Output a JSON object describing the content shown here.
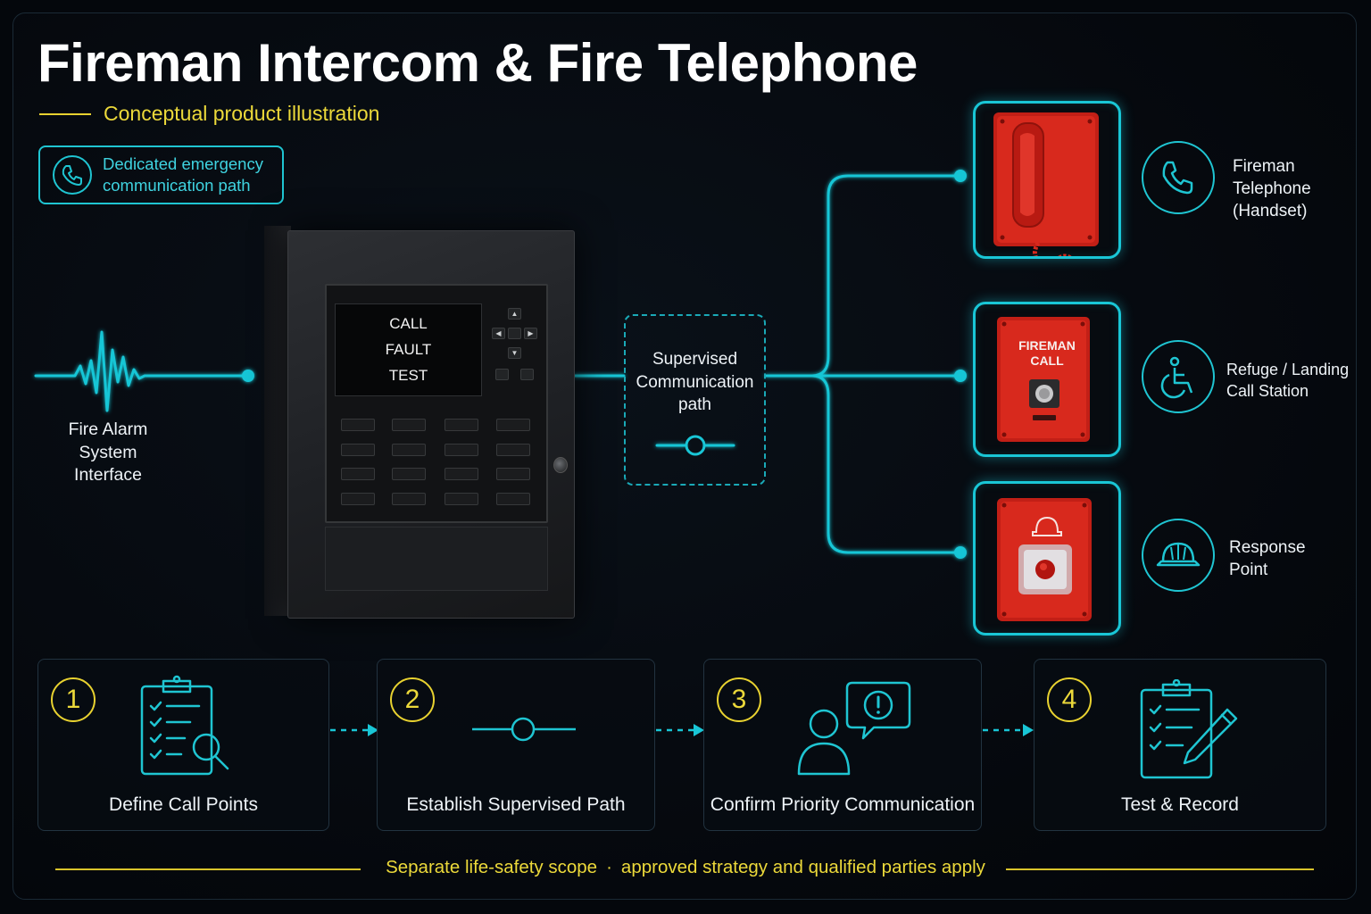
{
  "title": "Fireman Intercom & Fire Telephone",
  "subtitle": "Conceptual product illustration",
  "badge": {
    "line1": "Dedicated emergency",
    "line2": "communication path"
  },
  "interface_label": {
    "line1": "Fire Alarm",
    "line2": "System",
    "line3": "Interface"
  },
  "panel_screen": [
    "CALL",
    "FAULT",
    "TEST"
  ],
  "supervised_box": {
    "line1": "Supervised",
    "line2": "Communication",
    "line3": "path"
  },
  "devices": [
    {
      "lines": [
        "Fireman",
        "Telephone",
        "(Handset)"
      ],
      "icon": "phone-icon"
    },
    {
      "lines": [
        "Refuge / Landing",
        "Call Station"
      ],
      "icon": "wheelchair-icon",
      "plate_text": [
        "FIREMAN",
        "CALL"
      ]
    },
    {
      "lines": [
        "Response",
        "Point"
      ],
      "icon": "fire-helmet-icon"
    }
  ],
  "steps": [
    {
      "num": "1",
      "label": "Define Call Points",
      "icon": "clipboard-search-icon"
    },
    {
      "num": "2",
      "label": "Establish Supervised Path",
      "icon": "supervised-line-icon"
    },
    {
      "num": "3",
      "label": "Confirm Priority Communication",
      "icon": "person-alert-icon"
    },
    {
      "num": "4",
      "label": "Test & Record",
      "icon": "clipboard-pencil-icon"
    }
  ],
  "footer": {
    "left": "Separate life-safety scope",
    "separator": "·",
    "right": "approved strategy and qualified parties apply"
  },
  "colors": {
    "accent_cyan": "#1fc5d2",
    "accent_yellow": "#ecd93a",
    "device_red": "#d3261b",
    "background": "#04070c"
  }
}
